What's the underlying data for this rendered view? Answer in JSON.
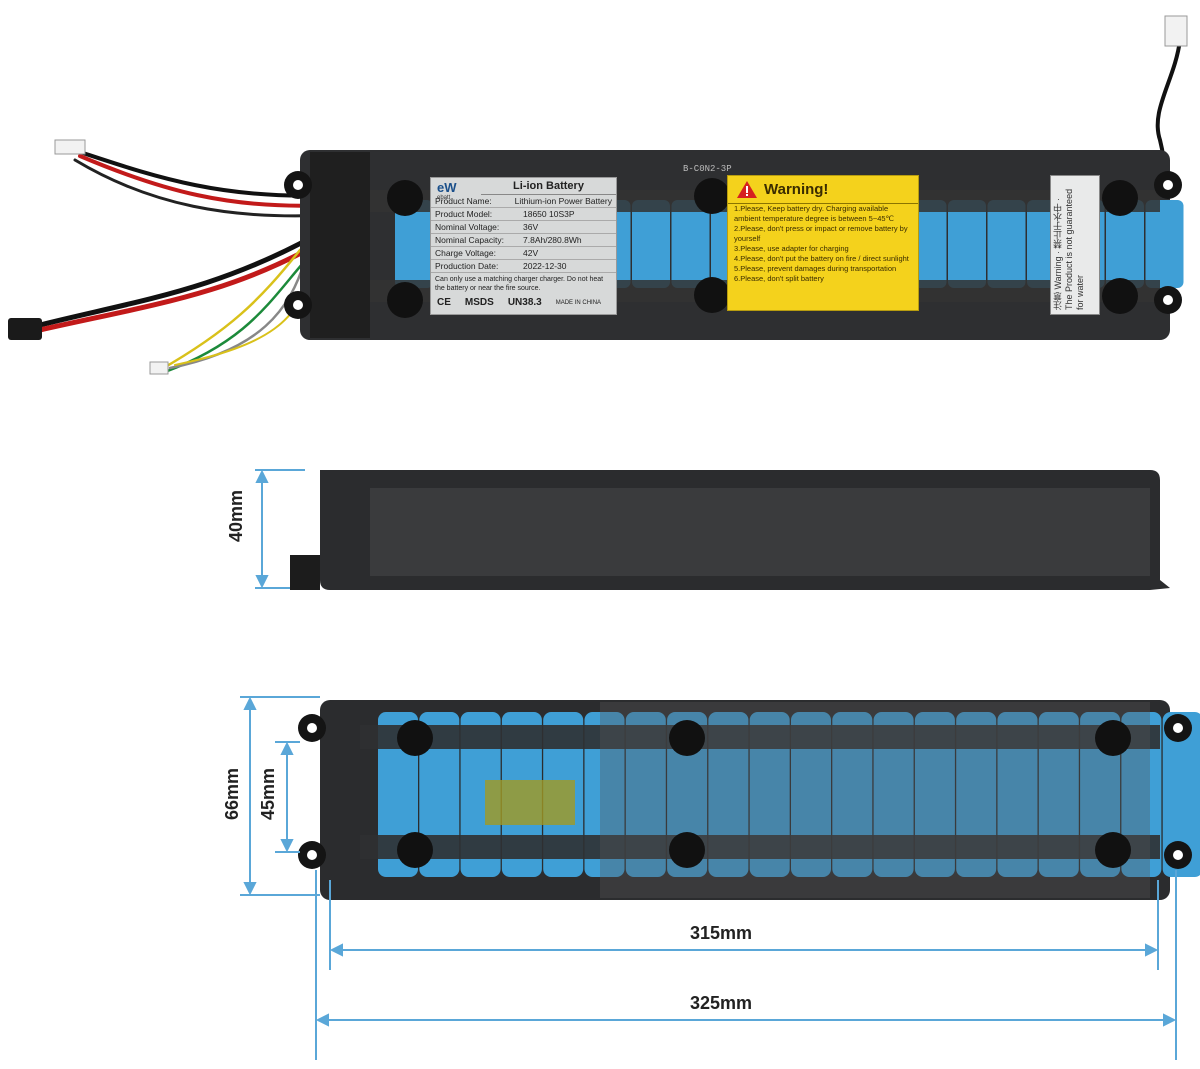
{
  "label": {
    "logo": "eW",
    "logo_sub": "ebatt",
    "title": "Li-ion Battery",
    "rows": [
      {
        "k": "Product Name:",
        "v": "Lithium-ion Power Battery"
      },
      {
        "k": "Product Model:",
        "v": "18650  10S3P"
      },
      {
        "k": "Nominal Voltage:",
        "v": "36V"
      },
      {
        "k": "Nominal Capacity:",
        "v": "7.8Ah/280.8Wh"
      },
      {
        "k": "Charge Voltage:",
        "v": "42V"
      },
      {
        "k": "Production Date:",
        "v": "2022-12-30"
      }
    ],
    "footnote": "Can only use a matching charger charger. Do not heat the battery or near the fire source.",
    "cert_ce": "CE",
    "cert_msds": "MSDS",
    "cert_un": "UN38.3",
    "made_in": "MADE IN CHINA"
  },
  "warning": {
    "title": "Warning!",
    "items": [
      "1.Please, Keep battery dry. Charging available ambient temperature degree is between 5~45℃",
      "2.Please, don't press or impact or remove battery by yourself",
      "3.Please, use adapter for charging",
      "4.Please, don't put the battery on fire / direct sunlight",
      "5.Please, prevent damages during transportation",
      "6.Please, don't split battery"
    ]
  },
  "side_label": {
    "text": "注意 Warning · 禁止于水中 · The Product is not guaranteed for water"
  },
  "pcb_marking": "B-C0N2-3P",
  "dimensions": {
    "height_side": "40mm",
    "width_outer": "66mm",
    "width_inner": "45mm",
    "length_inner": "315mm",
    "length_outer": "325mm"
  },
  "colors": {
    "cell_blue": "#3f9fd6",
    "dim_line": "#5aa7d8",
    "tape": "#2e2f31",
    "warning_yellow": "#f4d21c"
  }
}
